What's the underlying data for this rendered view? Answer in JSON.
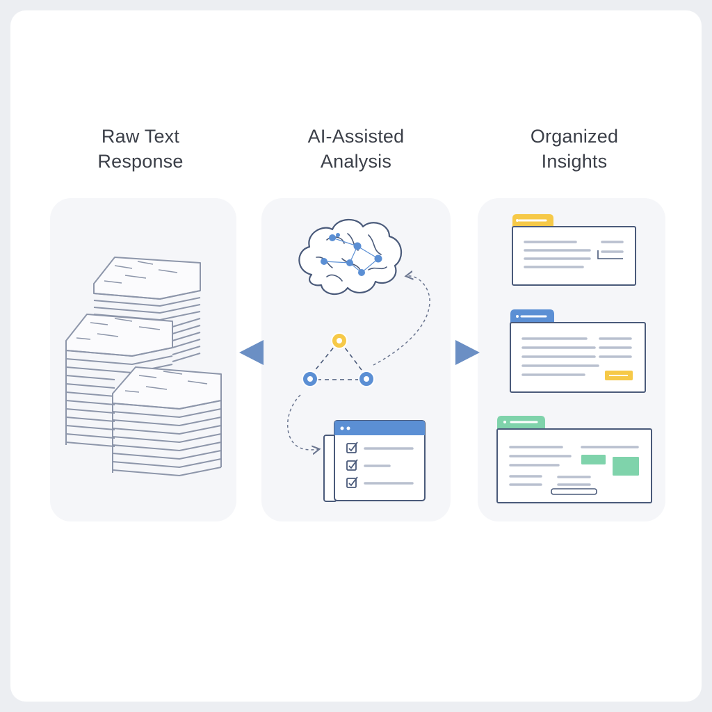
{
  "stages": [
    {
      "id": "raw",
      "title_line1": "Raw Text",
      "title_line2": "Response"
    },
    {
      "id": "ai",
      "title_line1": "AI-Assisted",
      "title_line2": "Analysis"
    },
    {
      "id": "organized",
      "title_line1": "Organized",
      "title_line2": "Insights"
    }
  ],
  "colors": {
    "background": "#eceef2",
    "card": "#ffffff",
    "panel": "#f5f6f9",
    "line": "#4a5a7a",
    "paper_line": "#8d96aa",
    "arrow": "#6b8fc4",
    "blue_accent": "#5b8fd4",
    "yellow_accent": "#f6c948",
    "green_accent": "#7fd3ab",
    "text": "#3b3f48"
  },
  "icons": [
    "paper-stack-icon",
    "brain-network-icon",
    "node-graph-icon",
    "checklist-window-icon",
    "arrow-left-icon",
    "arrow-right-icon",
    "folder-card-icon"
  ]
}
